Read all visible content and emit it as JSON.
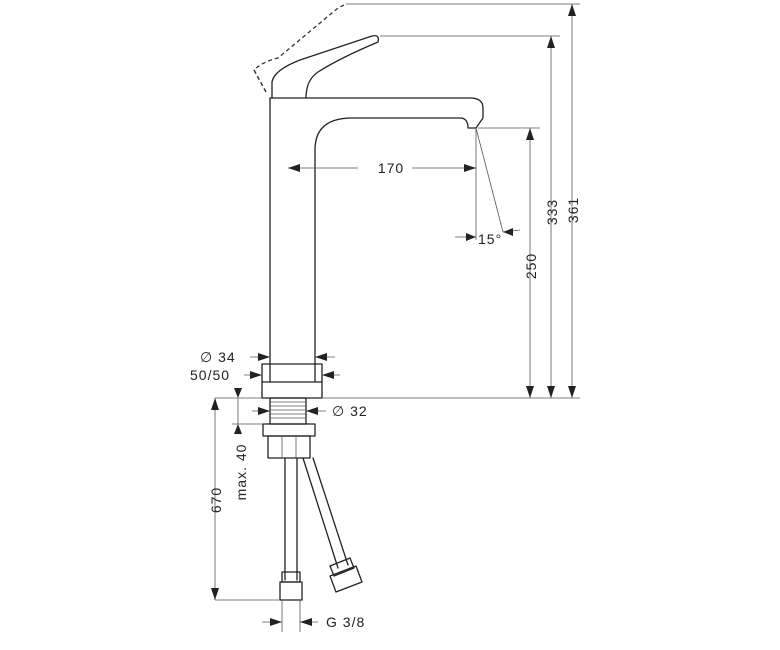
{
  "dimensions": {
    "height_total": "361",
    "height_lever": "333",
    "height_spout": "250",
    "projection": "170",
    "angle": "15°",
    "body_diameter": "∅ 34",
    "hole_diameter": "∅ 32",
    "deck_hole": "50/50",
    "hose_length": "670",
    "max_deck": "max. 40",
    "thread": "G 3/8"
  }
}
